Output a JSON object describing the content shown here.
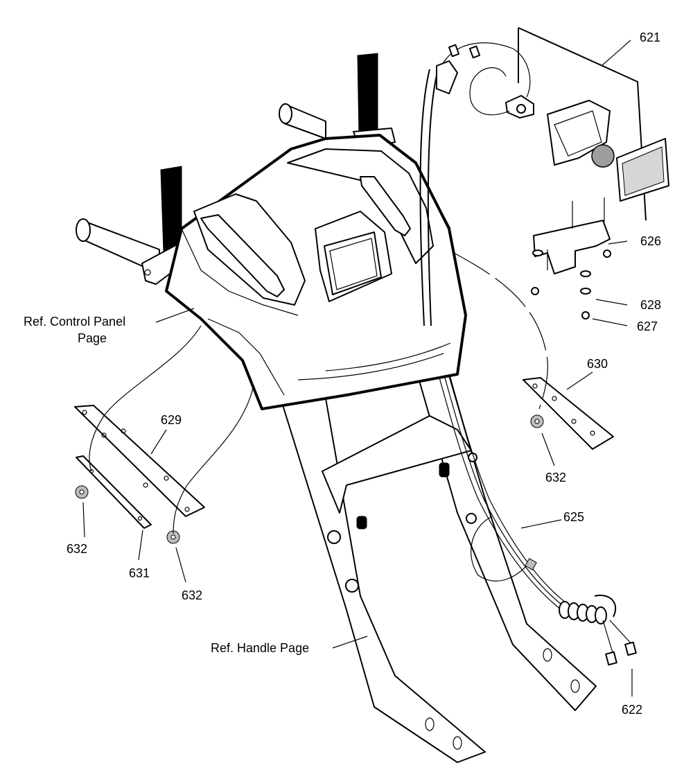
{
  "callouts": {
    "c621": "621",
    "c626": "626",
    "c628": "628",
    "c627": "627",
    "c630": "630",
    "c632_right": "632",
    "c625": "625",
    "c622": "622",
    "c629": "629",
    "c632_left": "632",
    "c631": "631",
    "c632_mid": "632",
    "ref_control_panel_line1": "Ref. Control Panel",
    "ref_control_panel_line2": "Page",
    "ref_handle_page": "Ref. Handle Page"
  }
}
